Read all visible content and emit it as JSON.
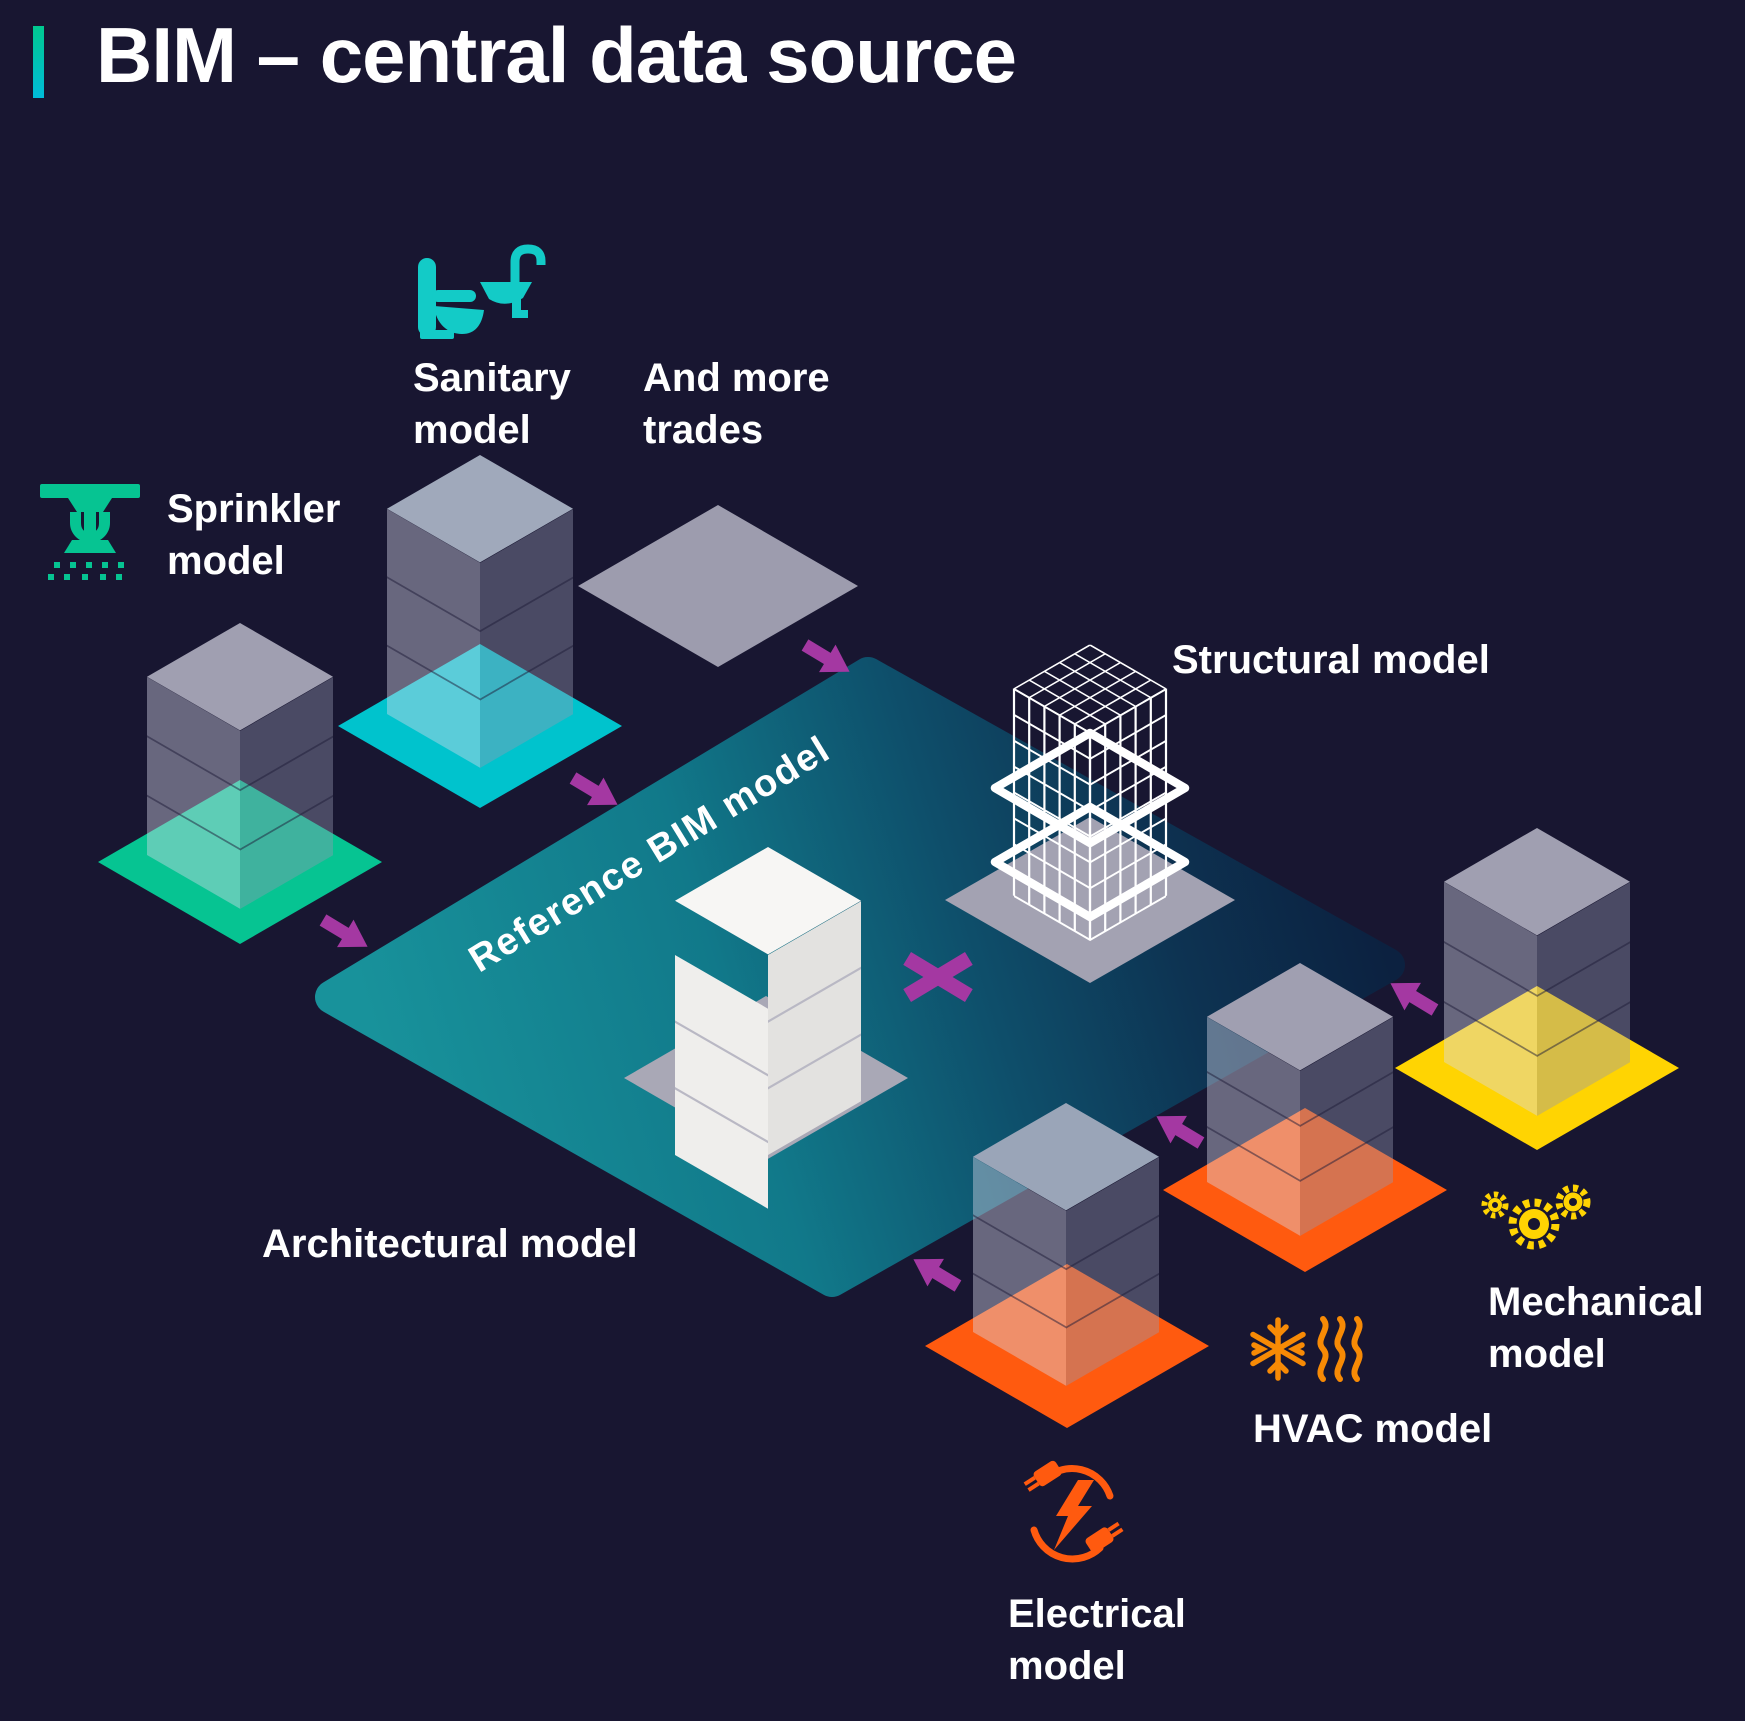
{
  "title": "BIM – central data source",
  "colors": {
    "background": "#181631",
    "accent_top": "#00c88f",
    "accent_bottom": "#00bcd9",
    "purple": "#a438a2",
    "green": "#06c492",
    "cyan": "#00c3cd",
    "orange": "#ff5a0f",
    "orange_light": "#f78a05",
    "yellow": "#ffd402",
    "gray_base": "#9d9cae",
    "structural_base": "#a3a2b2",
    "central_base": "#a9a8b6",
    "white": "#ffffff"
  },
  "labels": {
    "reference": {
      "line1": "Reference BIM model"
    },
    "sprinkler": {
      "line1": "Sprinkler",
      "line2": "model"
    },
    "sanitary": {
      "line1": "Sanitary",
      "line2": "model"
    },
    "trades": {
      "line1": "And more",
      "line2": "trades"
    },
    "structural": {
      "line1": "Structural model"
    },
    "architectural": {
      "line1": "Architectural model"
    },
    "mechanical": {
      "line1": "Mechanical",
      "line2": "model"
    },
    "hvac": {
      "line1": "HVAC model"
    },
    "electrical": {
      "line1": "Electrical",
      "line2": "model"
    }
  },
  "icons": [
    "sprinkler-icon",
    "toilet-sink-icon",
    "plug-lightning-icon",
    "snowflake-heatwave-icon",
    "gears-icon"
  ]
}
